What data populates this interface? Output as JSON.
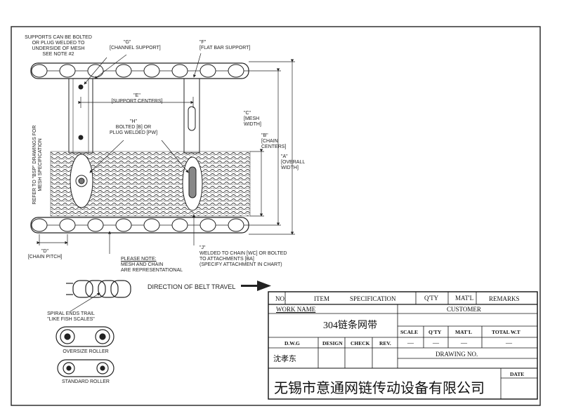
{
  "drawing": {
    "notes": {
      "supports_l1": "SUPPORTS CAN BE BOLTED",
      "supports_l2": "OR PLUG WELDED TO",
      "supports_l3": "UNDERSIDE OF MESH",
      "supports_l4": "SEE NOTE #2",
      "g_label": "\"G\"",
      "g_text": "[CHANNEL SUPPORT]",
      "f_label": "\"F\"",
      "f_text": "[FLAT BAR SUPPORT]",
      "e_label": "\"E\"",
      "e_text": "[SUPPORT CENTERS]",
      "h_label": "\"H\"",
      "h_text1": "BOLTED [B] OR",
      "h_text2": "PLUG WELDED [PW]",
      "c_label": "\"C\"",
      "c_text1": "[MESH",
      "c_text2": "WIDTH]",
      "b_label": "\"B\"",
      "b_text1": "[CHAIN",
      "b_text2": "CENTERS]",
      "a_label": "\"A\"",
      "a_text1": "[OVERALL",
      "a_text2": "WIDTH]",
      "bsp_l1": "REFER TO \"BSP\" DRAWINGS FOR",
      "bsp_l2": "MESH SPECIFICATION",
      "d_label": "\"D\"",
      "d_text": "[CHAIN PITCH]",
      "please_l1": "PLEASE NOTE:",
      "please_l2": "MESH AND CHAIN",
      "please_l3": "ARE REPRESENTATIONAL",
      "j_label": "\"J\"",
      "j_text1": "WELDED TO CHAIN [WC] OR BOLTED",
      "j_text2": "TO ATTACHMENTS [BA]",
      "j_text3": "(SPECIFY ATTACHMENT IN CHART)",
      "direction": "DIRECTION OF BELT TRAVEL",
      "spiral_l1": "SPIRAL ENDS TRAIL",
      "spiral_l2": "\"LIKE FISH SCALES\"",
      "oversize": "OVERSIZE ROLLER",
      "standard": "STANDARD ROLLER"
    }
  },
  "title_block": {
    "h_no": "NO.",
    "h_item": "ITEM",
    "h_spec": "SPECIFICATION",
    "h_qty": "Q'TY",
    "h_matl": "MAT'L",
    "h_remarks": "REMARKS",
    "work_name_label": "WORK NAME",
    "customer_label": "CUSTOMER",
    "work_name_value": "304链条网带",
    "scale_label": "SCALE",
    "qty_label": "Q'TY",
    "matl_label": "MAT'L",
    "total_wt_label": "TOTAL W.T",
    "dash1": "—",
    "dash2": "—",
    "dash3": "—",
    "dash4": "—",
    "dwg_label": "D.W.G",
    "design_label": "DESIGN",
    "check_label": "CHECK",
    "rev_label": "REV.",
    "drawing_no_label": "DRAWING NO.",
    "drawer_name": "沈孝东",
    "company": "无锡市意通网链传动设备有限公司",
    "date_label": "DATE"
  }
}
